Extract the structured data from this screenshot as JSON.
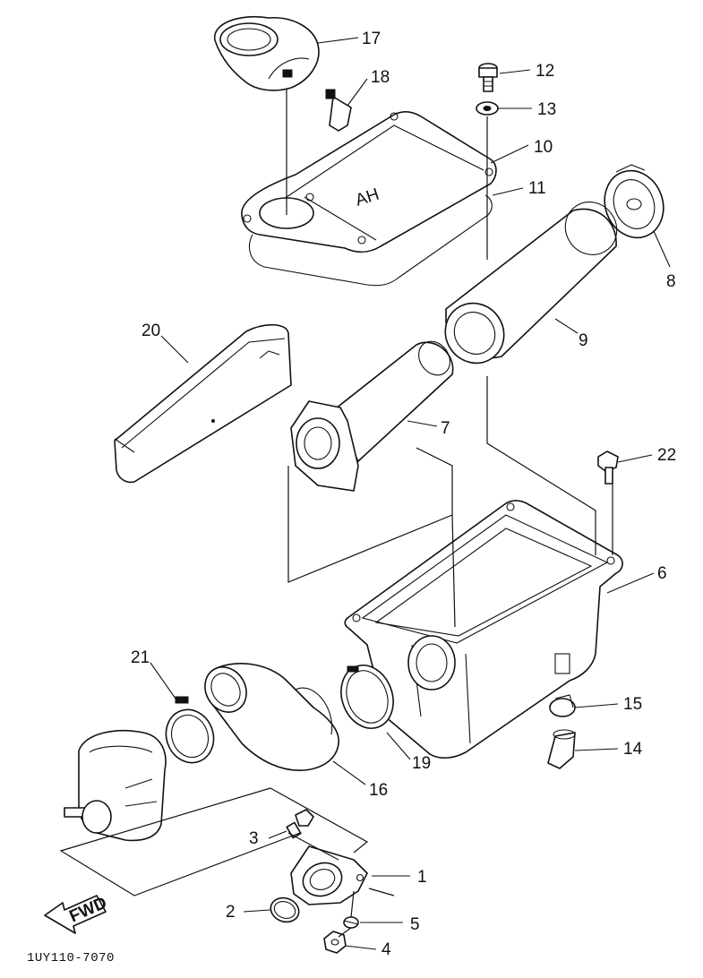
{
  "diagram": {
    "drawing_code": "1UY110-7070",
    "fwd_label": "FWD",
    "cover_marking": "AH",
    "callouts": {
      "p1": "1",
      "p2": "2",
      "p3": "3",
      "p4": "4",
      "p5": "5",
      "p6": "6",
      "p7": "7",
      "p8": "8",
      "p9": "9",
      "p10": "10",
      "p11": "11",
      "p12": "12",
      "p13": "13",
      "p14": "14",
      "p15": "15",
      "p16": "16",
      "p17": "17",
      "p18": "18",
      "p19": "19",
      "p20": "20",
      "p21": "21",
      "p22": "22"
    }
  }
}
